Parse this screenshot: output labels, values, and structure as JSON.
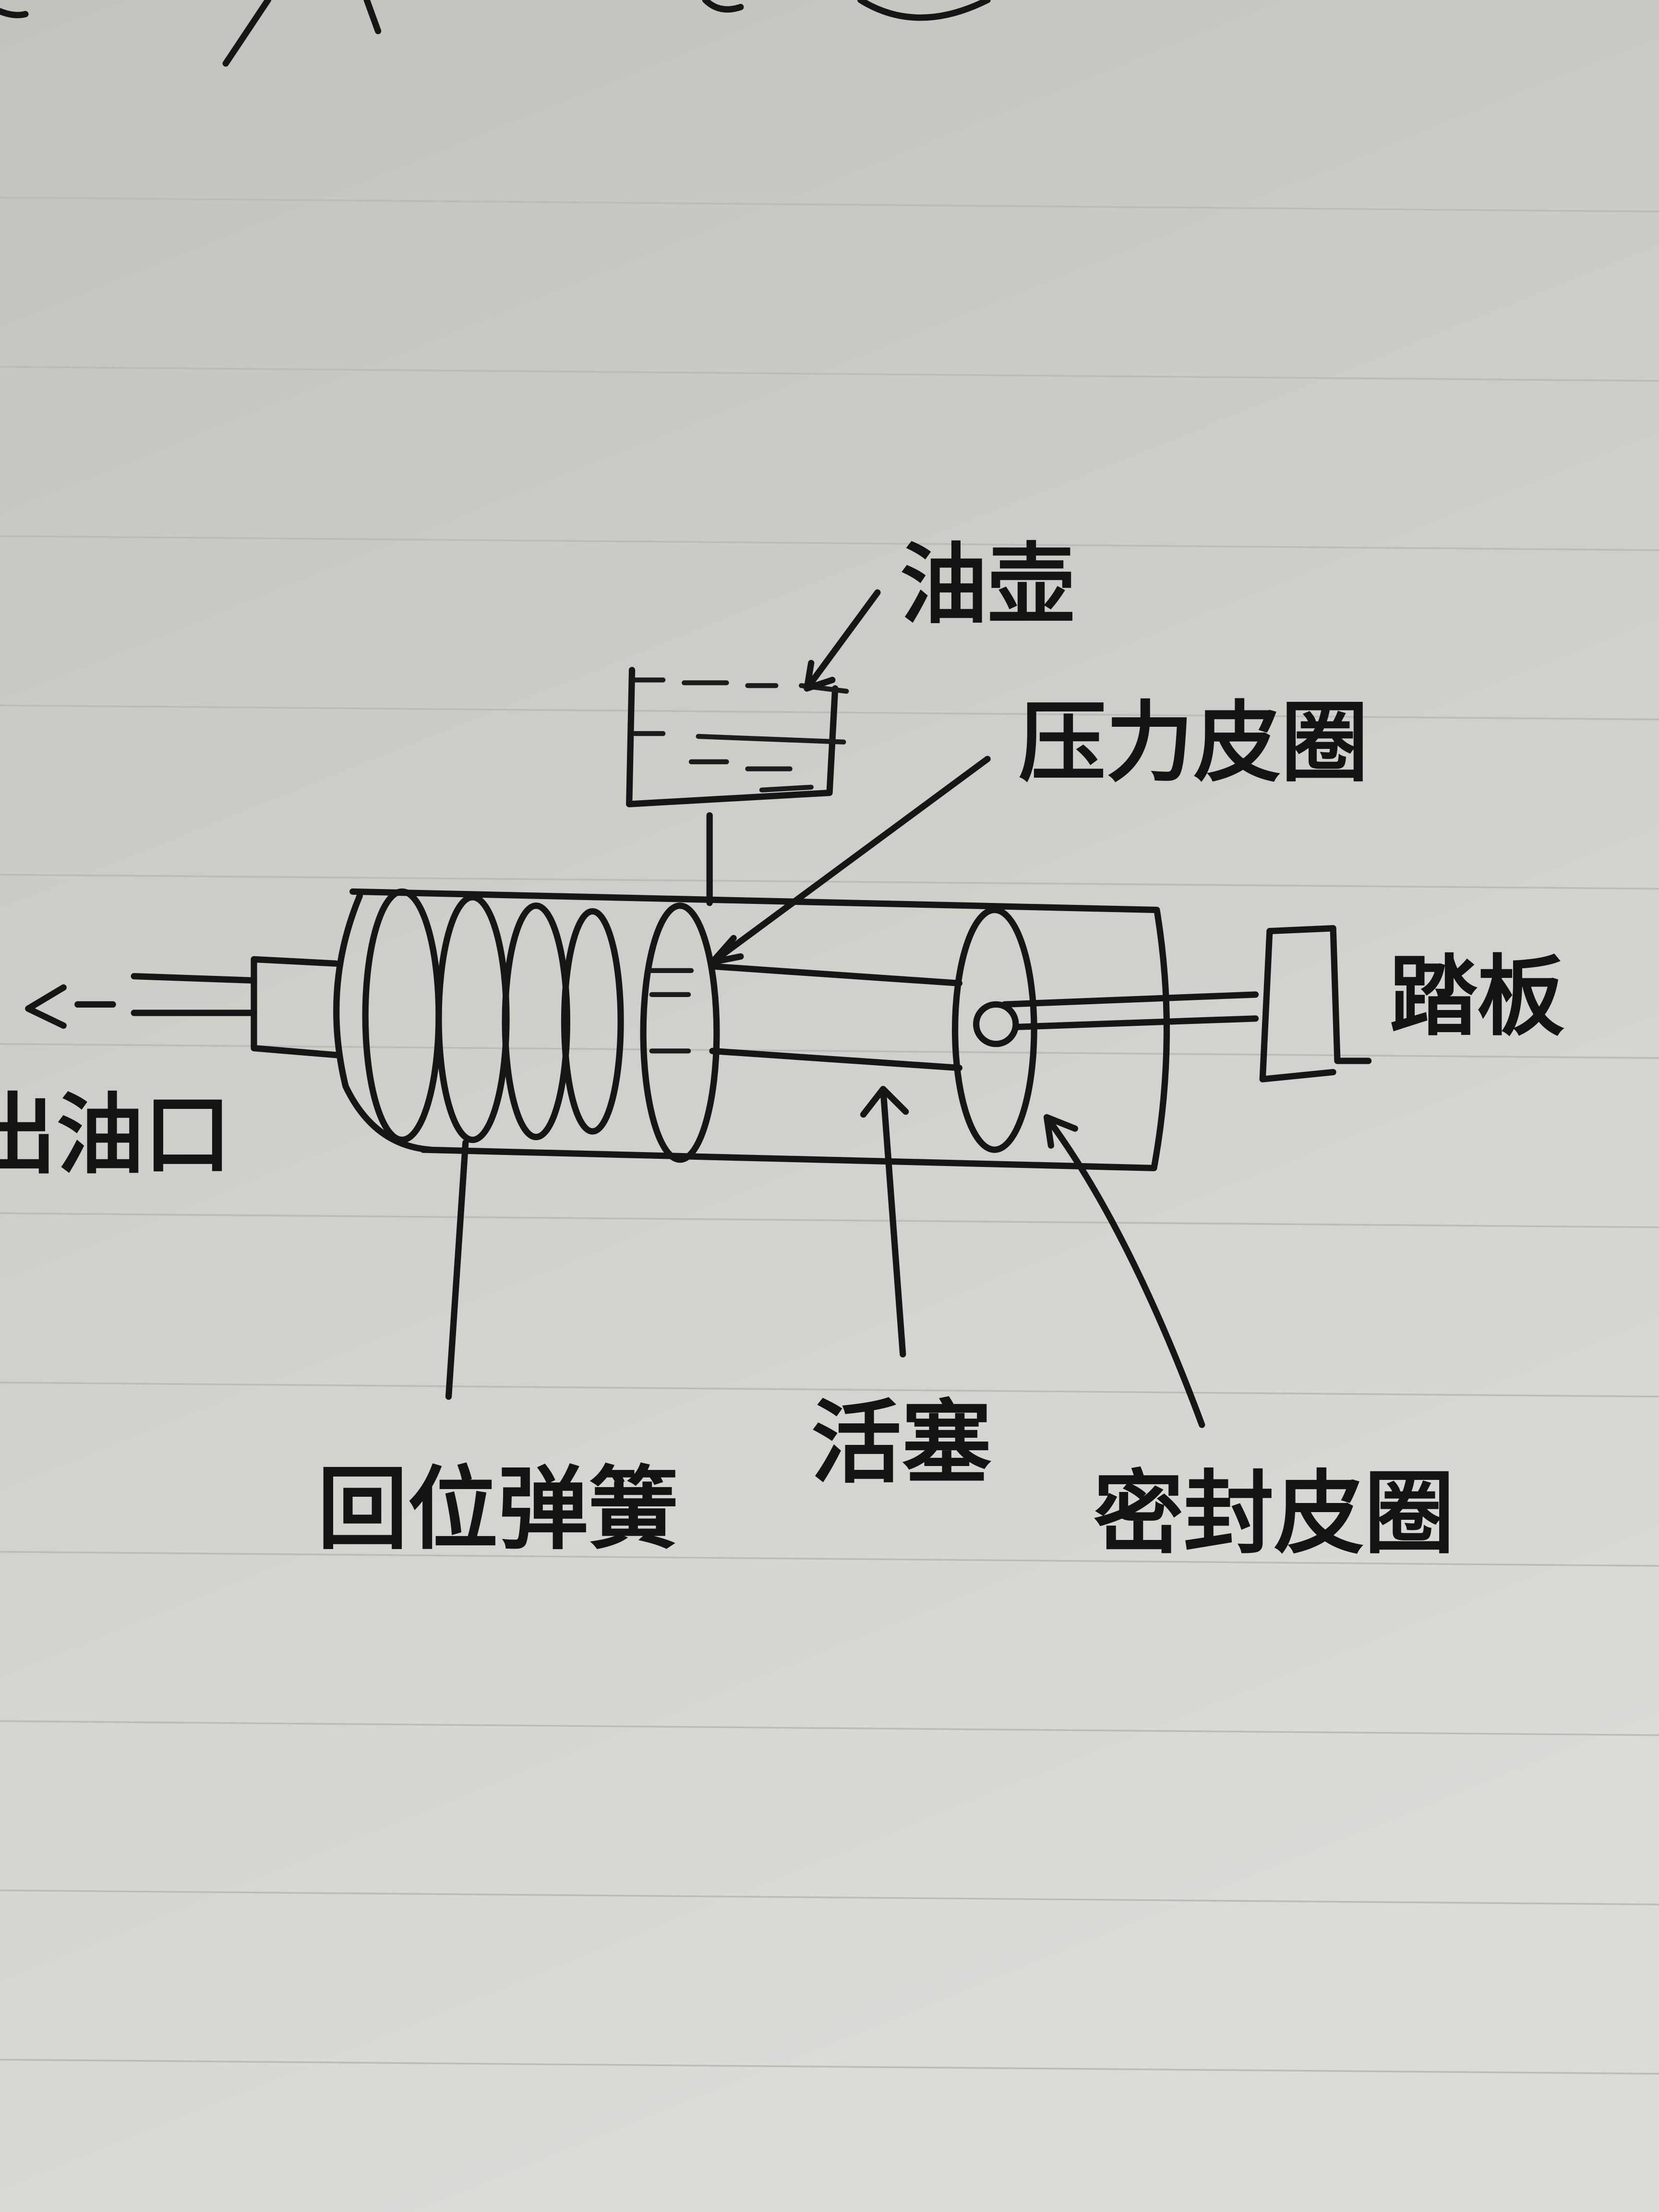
{
  "diagram": {
    "labels": {
      "reservoir": "油壶",
      "pressure_ring": "压力皮圈",
      "pedal": "踏板",
      "outlet": "出油口",
      "return_spring": "回位弹簧",
      "piston": "活塞",
      "seal_ring": "密封皮圈"
    },
    "colors": {
      "ink": "#161616",
      "paper": "#cfcdc8"
    }
  }
}
